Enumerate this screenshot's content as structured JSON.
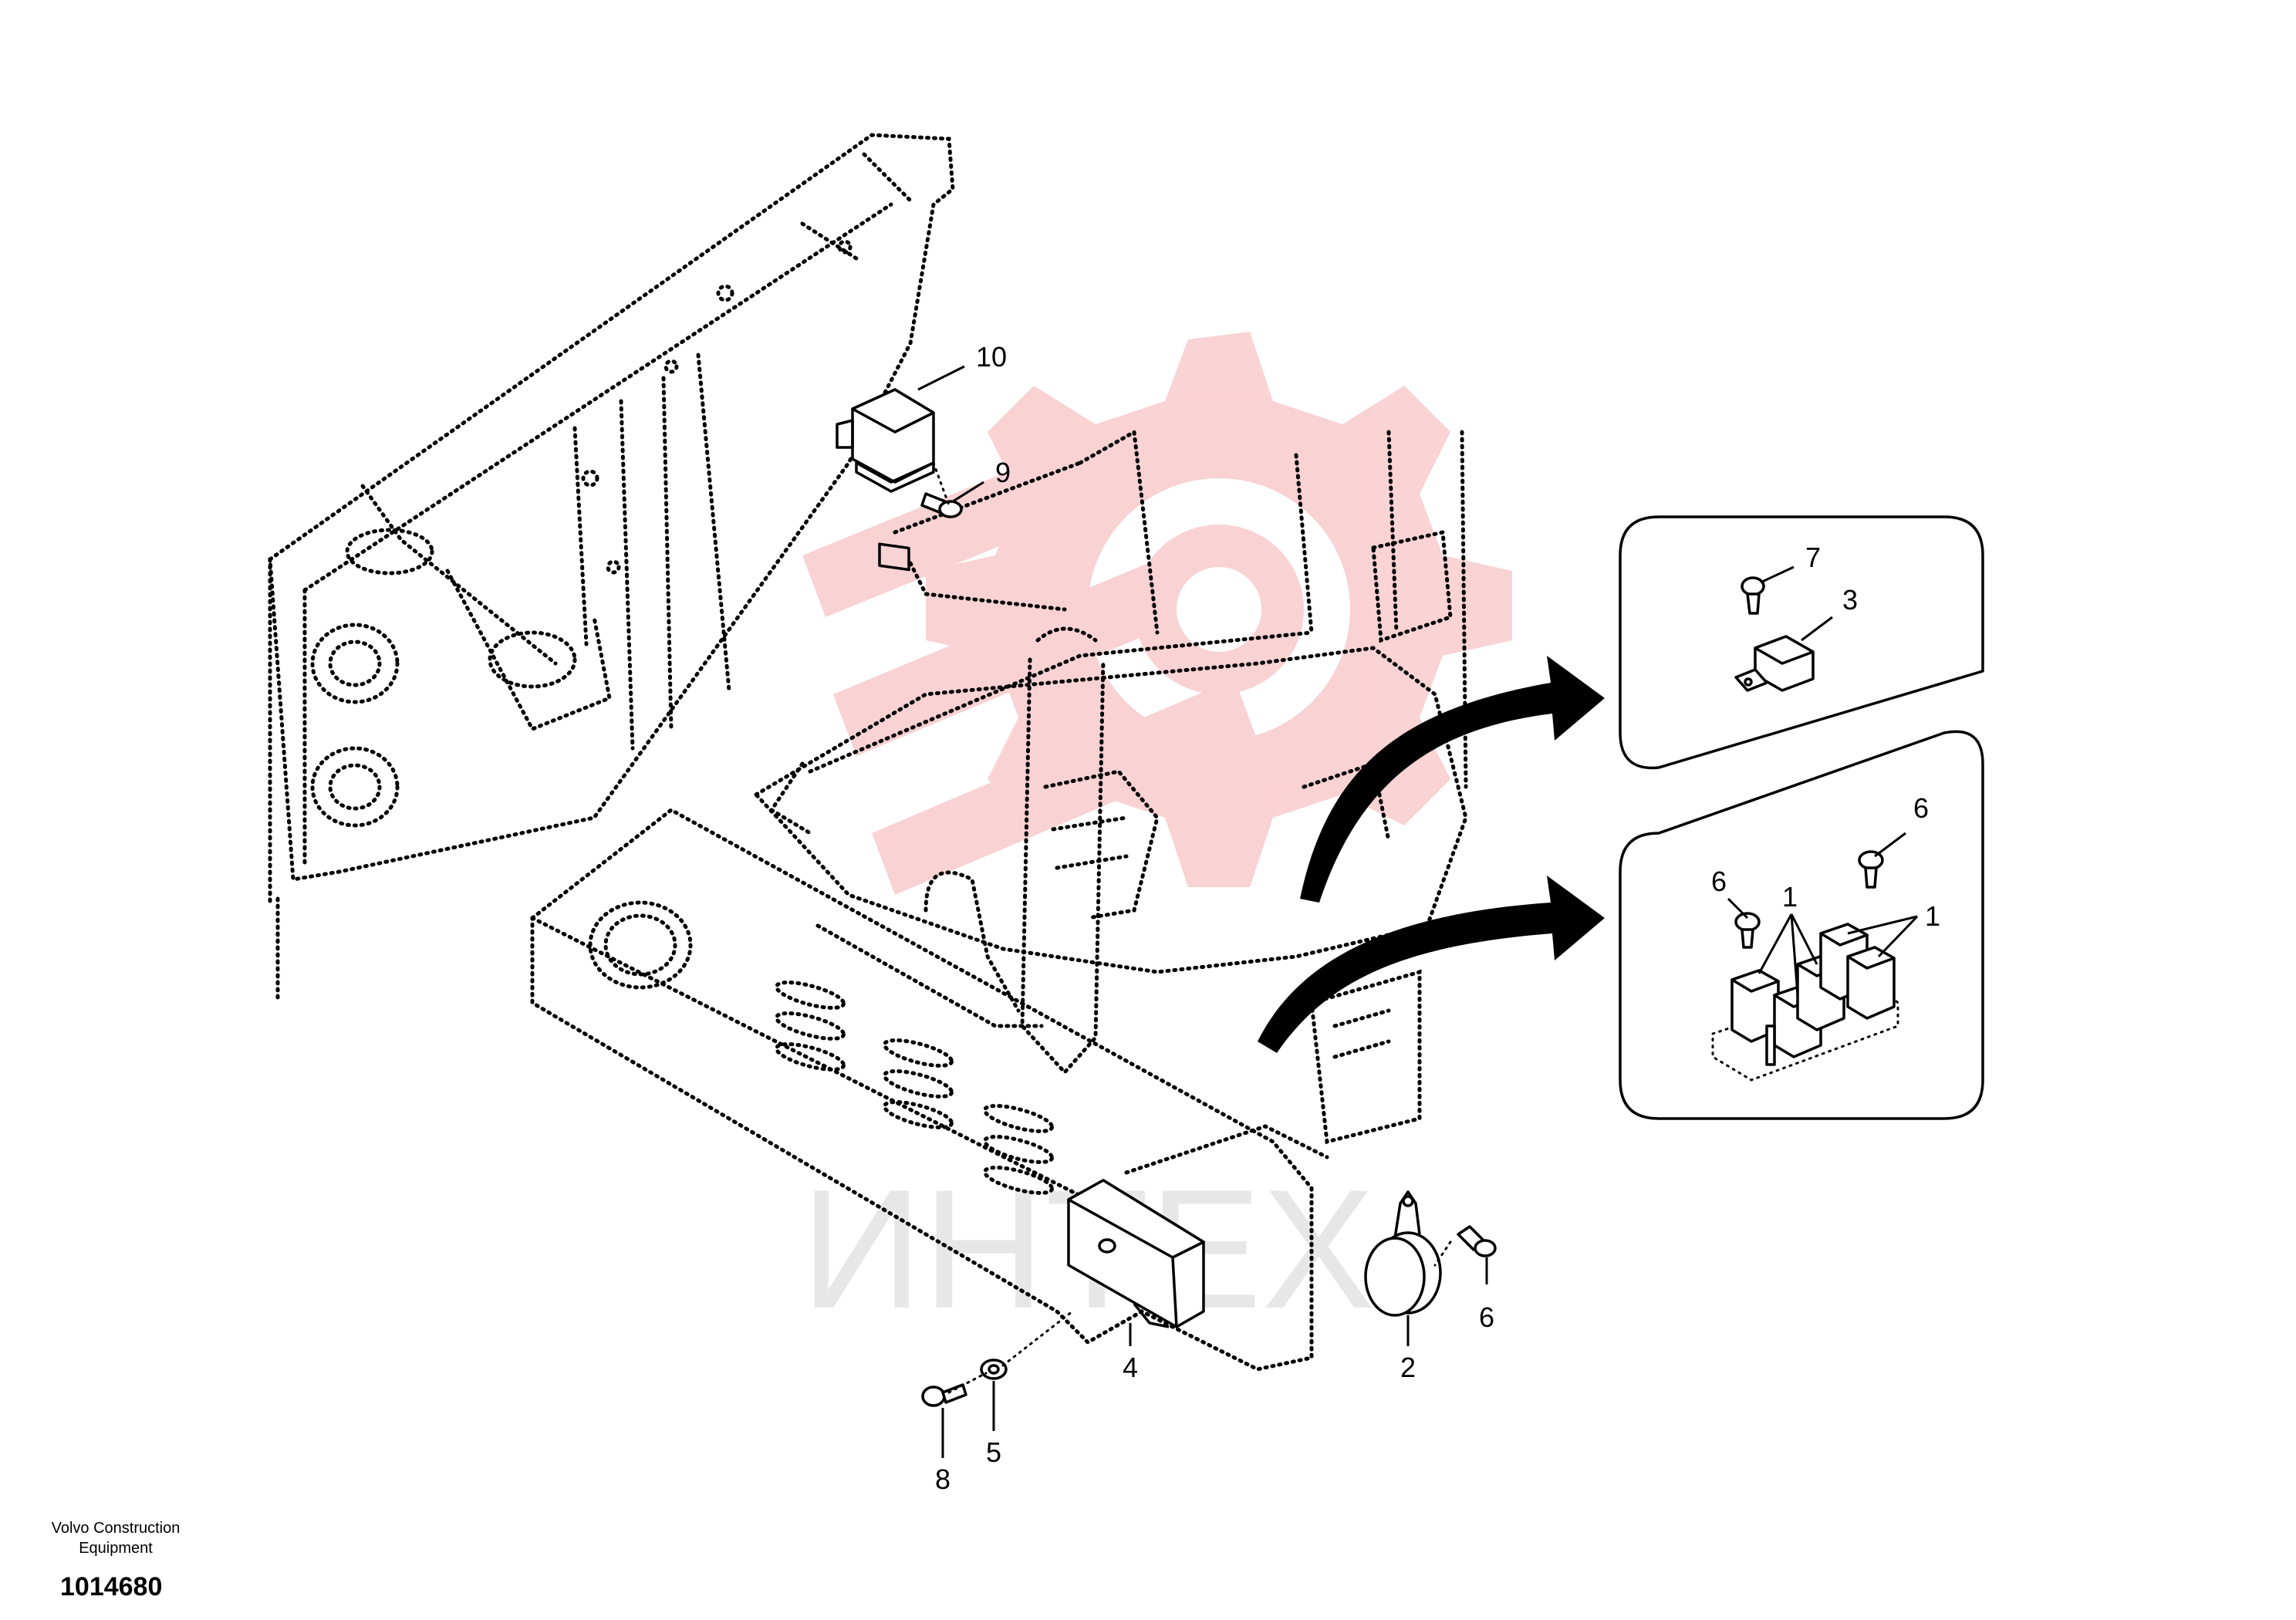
{
  "footer": {
    "company_line1": "Volvo Construction",
    "company_line2": "Equipment",
    "drawing_number": "1014680"
  },
  "watermark": {
    "text": "ИНТЕХ",
    "color": "#e8353a",
    "type": "gear-logo"
  },
  "callouts": {
    "c10": "10",
    "c9": "9",
    "c7": "7",
    "c3": "3",
    "c6a": "6",
    "c6b": "6",
    "c1a": "1",
    "c1b": "1",
    "c4": "4",
    "c2": "2",
    "c6c": "6",
    "c5": "5",
    "c8": "8"
  }
}
